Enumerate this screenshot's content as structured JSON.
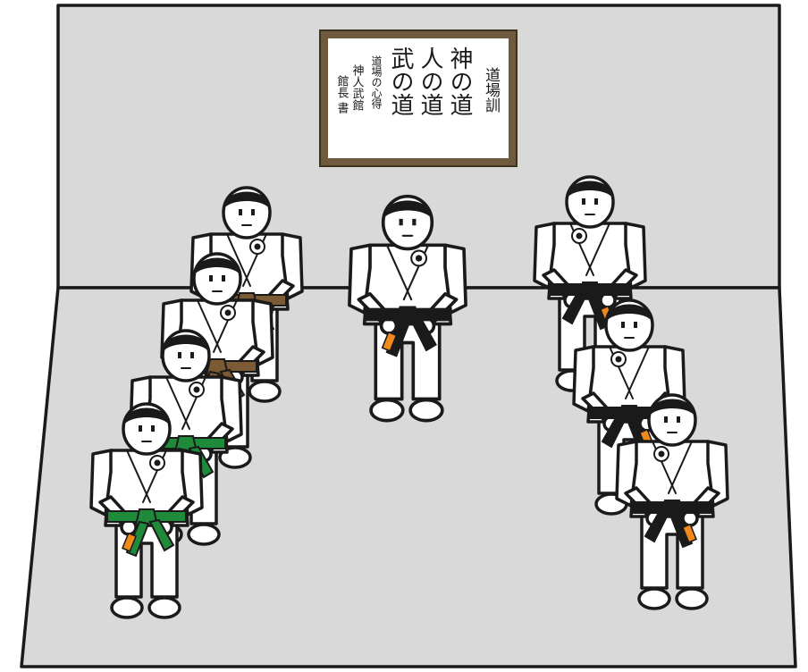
{
  "scene": {
    "colors": {
      "wall": "#d9d9da",
      "floor": "#d9d9da",
      "outline": "#1a1a1a",
      "frame": "#6e5a3c",
      "paper": "#ffffff",
      "gi": "#ffffff",
      "belt_black": "#1a1a1a",
      "belt_brown": "#7b5a34",
      "belt_green": "#1f8a3a",
      "belt_tab": "#f08a1c"
    },
    "scroll": {
      "col1": "道場訓",
      "col2": "神の道",
      "col3": "人の道",
      "col4": "武の道",
      "col5": "道場の心得",
      "col6": "神人武館",
      "col7": "館長 書"
    },
    "instructor": {
      "belt": "black"
    },
    "left_line": [
      {
        "belt": "brown"
      },
      {
        "belt": "brown"
      },
      {
        "belt": "green"
      },
      {
        "belt": "green"
      }
    ],
    "right_line": [
      {
        "belt": "black"
      },
      {
        "belt": "black"
      },
      {
        "belt": "black"
      }
    ]
  }
}
